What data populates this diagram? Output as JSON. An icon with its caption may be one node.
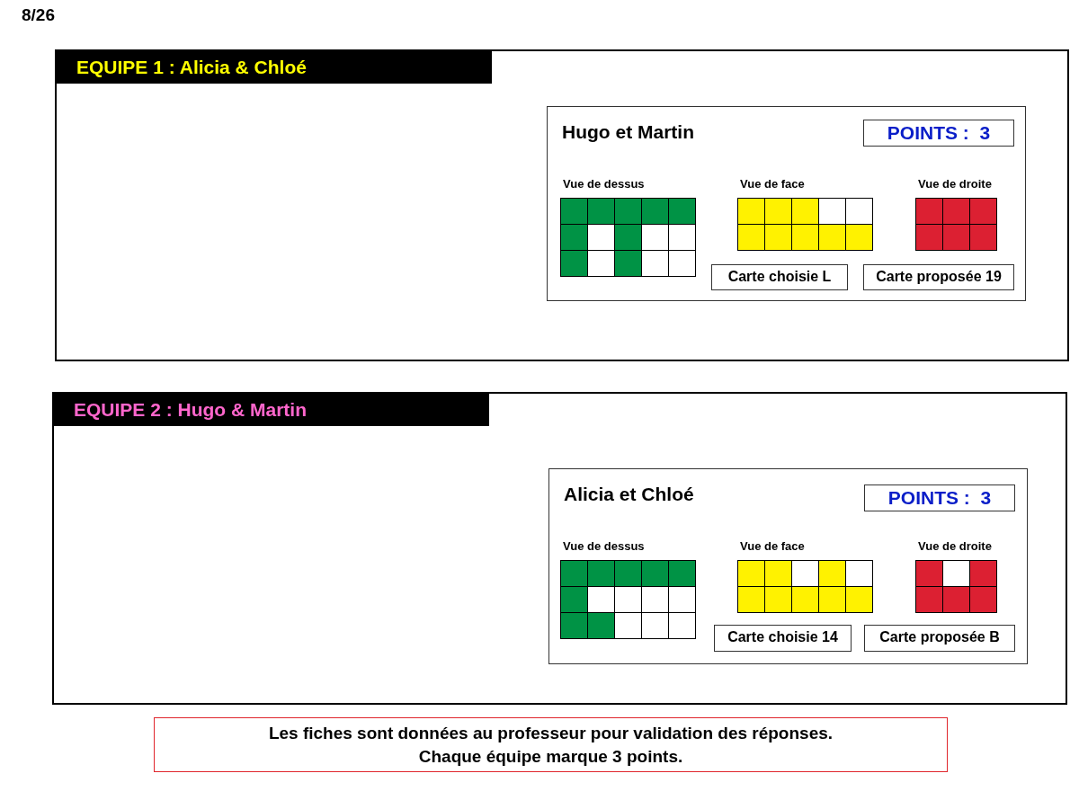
{
  "diagram": {
    "nodes": [
      {
        "text": [
          "EQUIPE 1 : Alicia & Chloé"
        ]
      },
      {
        "text": [
          "Hugo et Martin"
        ],
        "in": 0
      },
      {
        "text": [
          "POINTS :  3"
        ],
        "in": 1
      },
      {
        "text": [
          "Vue de dessus"
        ],
        "in": 1
      },
      {
        "text": [
          "Vue de face"
        ],
        "in": 1
      },
      {
        "text": [
          "Vue de droite"
        ],
        "in": 1
      },
      {
        "text": [
          "Carte choisie L"
        ],
        "in": 1
      },
      {
        "text": [
          "Carte proposée 19"
        ],
        "in": 1
      },
      {
        "text": [
          "EQUIPE 2 : Hugo & Martin"
        ]
      },
      {
        "text": [
          "Alicia et Chloé"
        ],
        "in": 8
      },
      {
        "text": [
          "POINTS :  3"
        ],
        "in": 9
      },
      {
        "text": [
          "Vue de dessus"
        ],
        "in": 9
      },
      {
        "text": [
          "Vue de face"
        ],
        "in": 9
      },
      {
        "text": [
          "Vue de droite"
        ],
        "in": 9
      },
      {
        "text": [
          "Carte choisie 14"
        ],
        "in": 9
      },
      {
        "text": [
          "Carte proposée B"
        ],
        "in": 9
      },
      {
        "text": [
          "Les fiches sont données au professeur pour validation des réponses.",
          "Chaque équipe marque 3 points."
        ]
      }
    ],
    "edges": [],
    "labels": [
      "8/26"
    ]
  }
}
